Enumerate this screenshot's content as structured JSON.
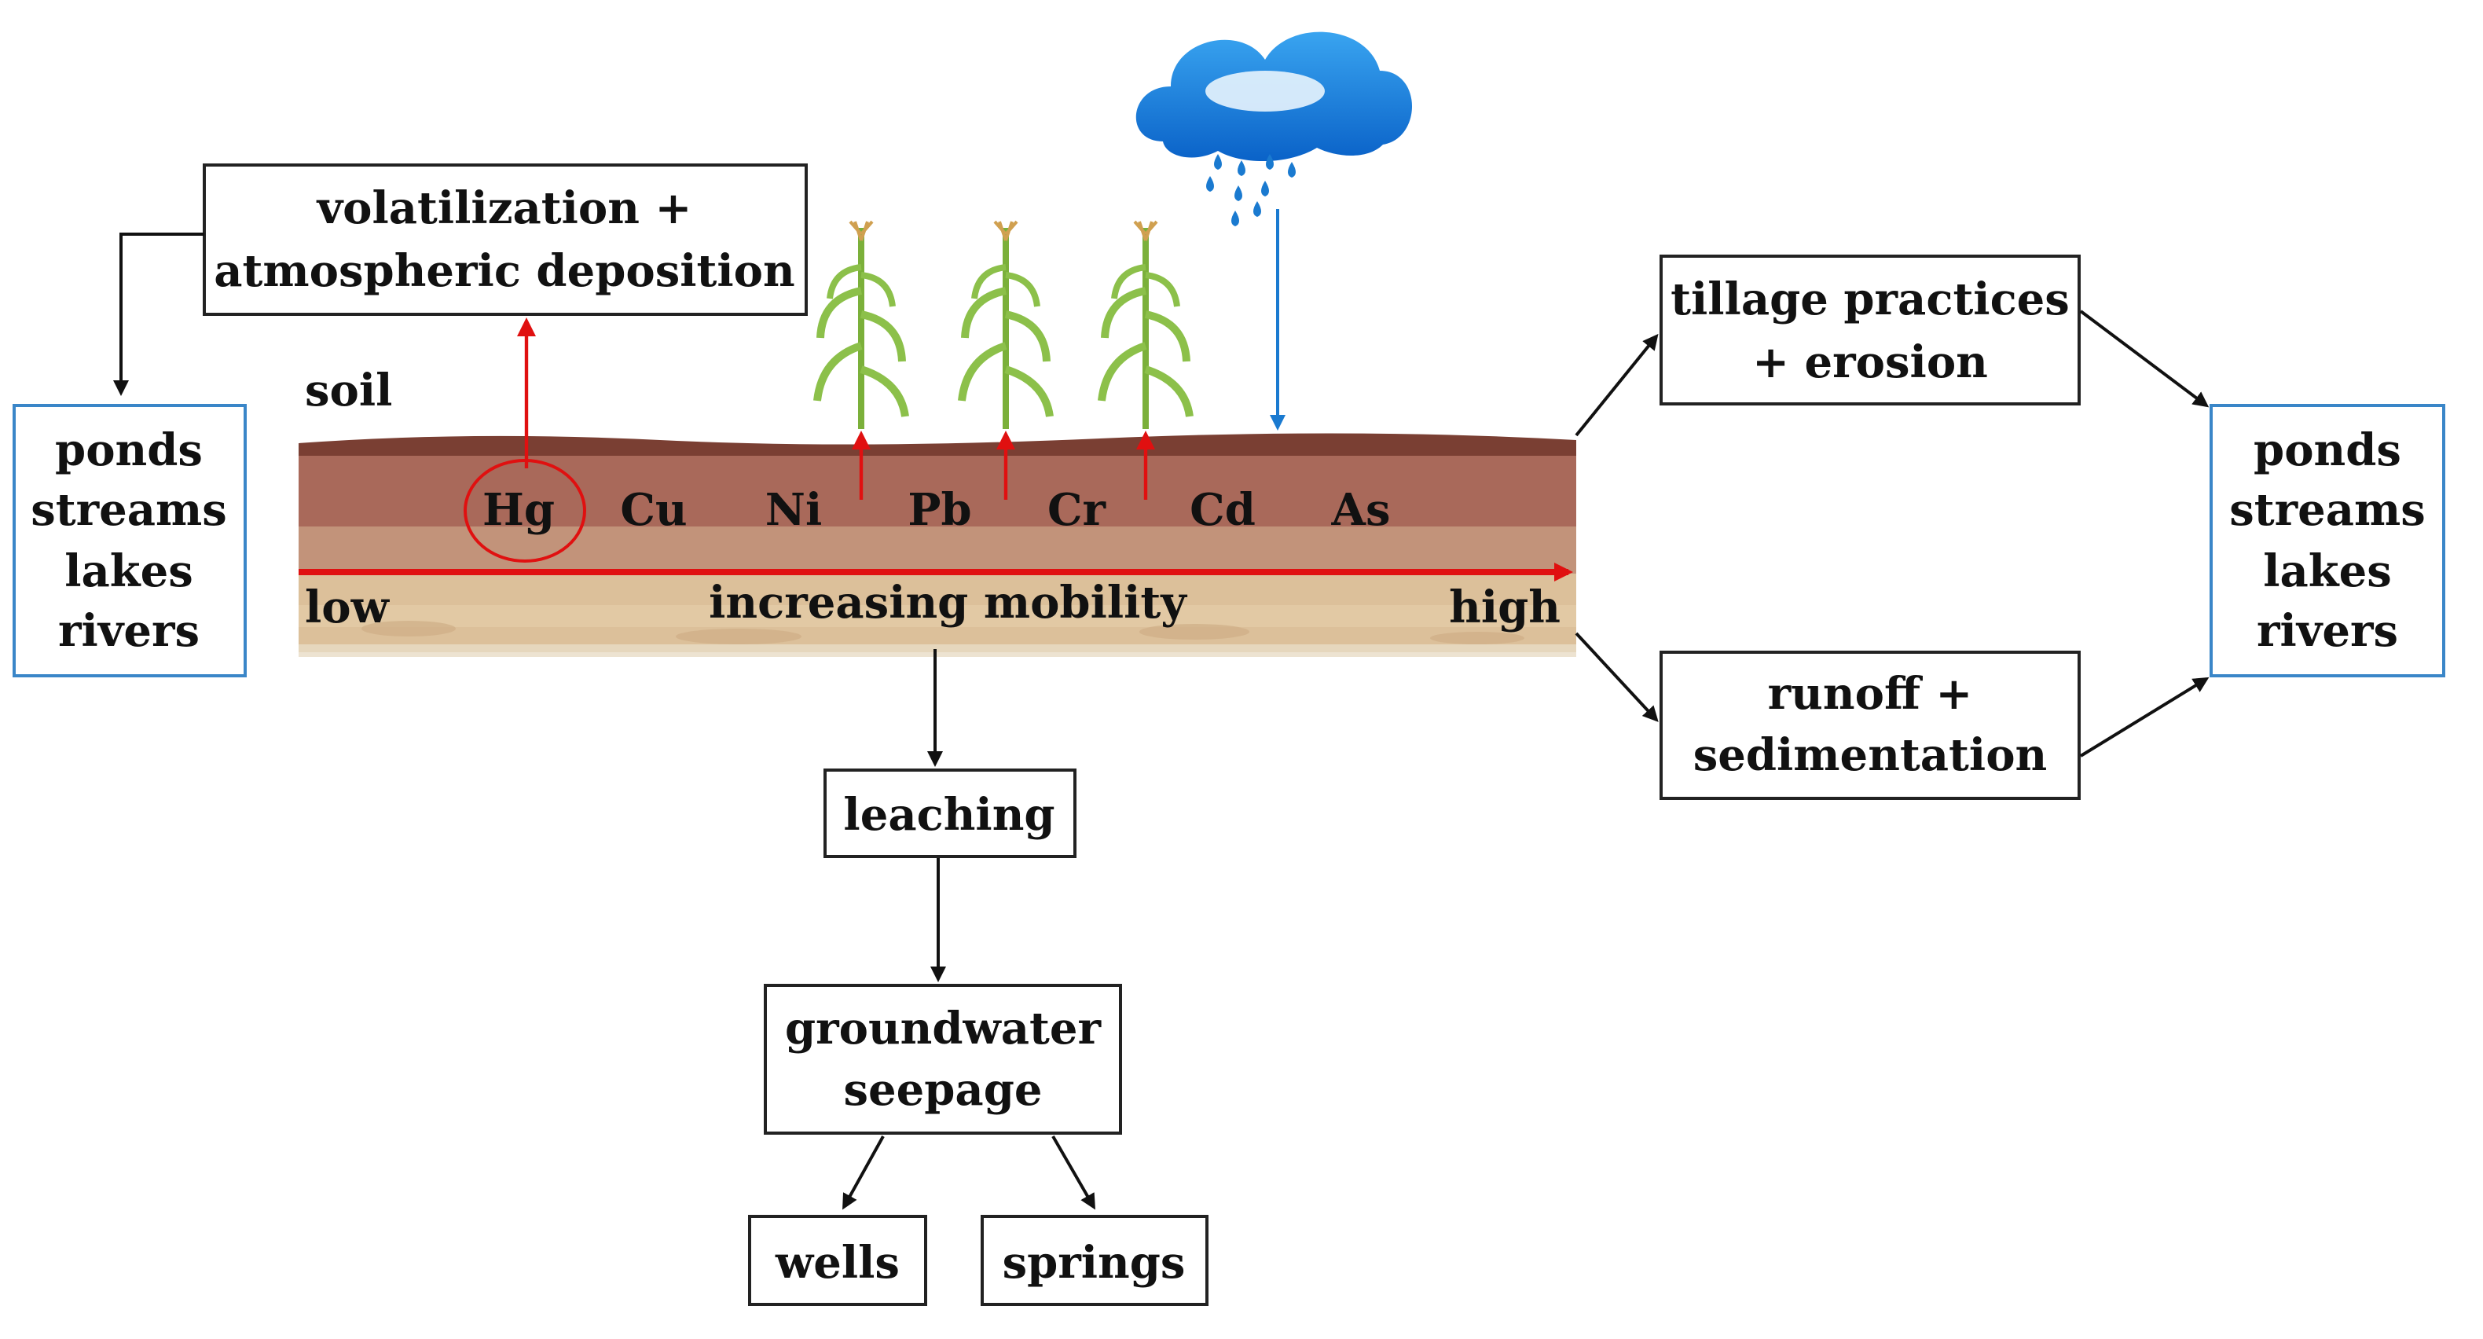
{
  "labels": {
    "soil": "soil",
    "volatilization_line1": "volatilization +",
    "volatilization_line2": "atmospheric deposition",
    "tillage_line1": "tillage practices",
    "tillage_line2": "+ erosion",
    "runoff_line1": "runoff +",
    "runoff_line2": "sedimentation",
    "leaching": "leaching",
    "groundwater_line1": "groundwater",
    "groundwater_line2": "seepage",
    "wells": "wells",
    "springs": "springs",
    "low": "low",
    "high": "high",
    "increasing_mobility": "increasing mobility"
  },
  "water_bodies_left": [
    "ponds",
    "streams",
    "lakes",
    "rivers"
  ],
  "water_bodies_right": [
    "ponds",
    "streams",
    "lakes",
    "rivers"
  ],
  "metals": [
    "Hg",
    "Cu",
    "Ni",
    "Pb",
    "Cr",
    "Cd",
    "As"
  ],
  "highlighted_metal": "Hg",
  "colors": {
    "arrow_red": "#e01010",
    "rain_blue": "#1a7ad0",
    "water_box_border": "#3a86c8",
    "soil_top": "#8a4b3a",
    "soil_mid": "#a86a58",
    "soil_bottom": "#d8b890"
  }
}
